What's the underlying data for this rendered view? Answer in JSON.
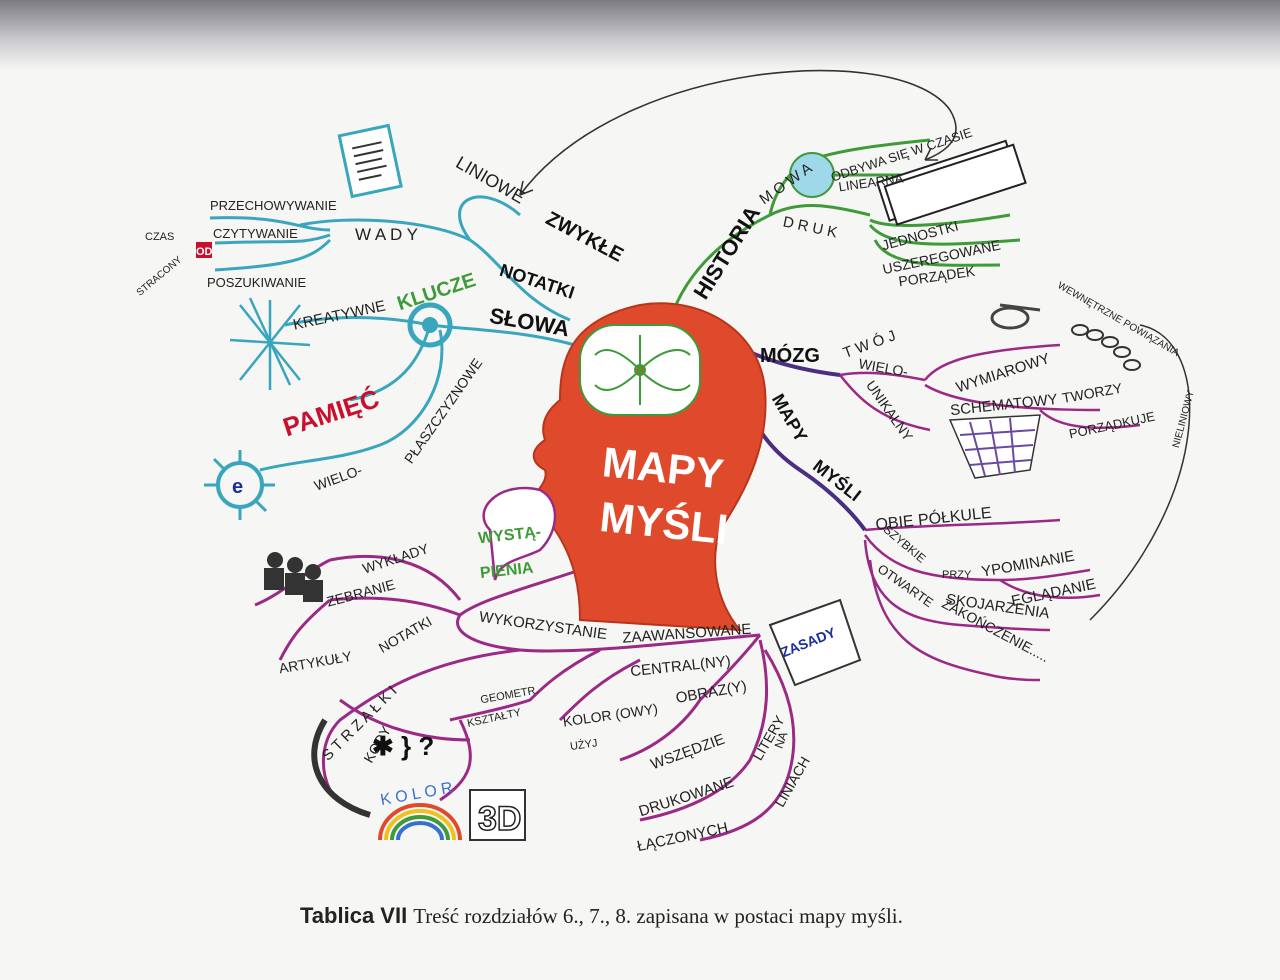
{
  "center": {
    "line1": "MAPY",
    "line2": "MYŚLI"
  },
  "left_branch": {
    "zwykle": "ZWYKŁE",
    "notatki": "NOTATKI",
    "slowa": "SŁOWA",
    "liniowe": "LINIOWE",
    "wady": "W A D Y",
    "przechowywanie": "PRZECHOWYWANIE",
    "od": "OD",
    "czytywanie": "CZYTYWANIE",
    "poszukiwanie": "POSZUKIWANIE",
    "czas": "CZAS",
    "stracony": "STRACONY",
    "klucze": "KLUCZE",
    "kreatywne": "KREATYWNE",
    "pamiec": "PAMIĘĆ",
    "wielo": "WIELO-",
    "plaszczyznowe": "PŁASZCZYZNOWE"
  },
  "top_branch": {
    "historia": "HISTORIA",
    "mowa": "M O W A",
    "odbywa": "ODBYWA SIĘ W CZASIE",
    "linearna": "LINEARNA",
    "druk": "D R U K",
    "jednostki": "JEDNOSTKI",
    "uszeregowane": "USZEREGOWANE",
    "porzadek": "PORZĄDEK"
  },
  "right_branch": {
    "mozg": "MÓZG",
    "twoj": "T W Ó J",
    "wielo": "WIELO-",
    "wymiarowy": "WYMIAROWY",
    "unikalny": "UNIKALNY",
    "schematowy": "SCHEMATOWY",
    "tworzy": "TWORZY",
    "porzadkuje": "PORZĄDKUJE",
    "wewnetrzne": "WEWNĘTRZNE POWIĄZANIA",
    "nieliniowy": "NIELINIOWY",
    "mapy": "MAPY",
    "mysli": "MYŚLI",
    "obie": "OBIE PÓŁKULE",
    "szybkie": "SZYBKIE",
    "przy": "PRZY",
    "ypominanie": "YPOMINANIE",
    "egladanie": "EGLĄDANIE",
    "otwarte": "OTWARTE",
    "skojarzenia": "SKOJARZENIA",
    "zakonczenie": "ZAKOŃCZENIE....."
  },
  "bottom_branch": {
    "wystapienia1": "WYSTĄ-",
    "wystapienia2": "PIENIA",
    "wyklady": "WYKŁADY",
    "zebranie": "ZEBRANIE",
    "artykuly": "ARTYKUŁY",
    "notatki": "NOTATKI",
    "wykorzystanie": "WYKORZYSTANIE",
    "zaawansowane": "ZAAWANSOWANE",
    "zasady": "ZASADY",
    "centralny": "CENTRAL(NY)",
    "obrazy": "OBRAZ(Y)",
    "kolorowy": "KOLOR (OWY)",
    "uzyj": "UŻYJ",
    "wszedzie": "WSZĘDZIE",
    "litery": "LITERY",
    "drukowane": "DRUKOWANE",
    "na": "NA",
    "liniach": "LINIACH",
    "laczonych": "ŁĄCZONYCH",
    "strzalki": "S T R Z A Ł K I",
    "kody": "KODY",
    "geometr": "GEOMETR.",
    "ksztalty": "KSZTAŁTY",
    "kolor": "K O L O R",
    "symbols": "✱ } ?",
    "three_d": "3D"
  },
  "caption": {
    "label": "Tablica VII",
    "text": "Treść rozdziałów 6., 7., 8.  zapisana w postaci mapy myśli."
  },
  "colors": {
    "teal": "#3aa6bd",
    "green": "#3f9a3a",
    "purple": "#4b2d82",
    "magenta": "#9b2a86",
    "head": "#e04a2c",
    "blue_text": "#1a2f9a"
  }
}
